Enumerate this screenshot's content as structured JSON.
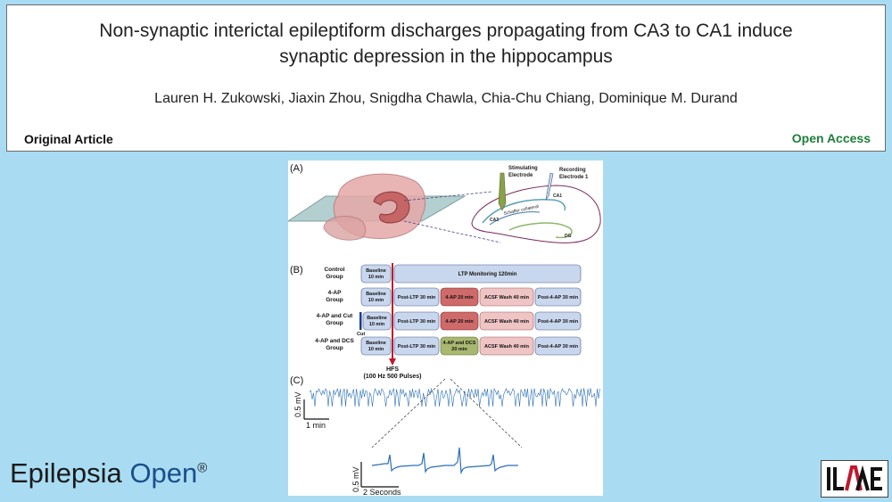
{
  "header": {
    "title_line1": "Non-synaptic interictal epileptiform discharges propagating from CA3 to CA1 induce",
    "title_line2": "synaptic depression in the hippocampus",
    "authors": "Lauren H. Zukowski, Jiaxin Zhou, Snigdha Chawla, Chia-Chu Chiang, Dominique M. Durand",
    "article_type": "Original Article",
    "access": "Open Access"
  },
  "figure": {
    "panel_a": {
      "label": "(A)",
      "stimulating_electrode": [
        "Stimulating",
        "Electrode"
      ],
      "recording_electrode": [
        "Recording",
        "Electrode 1"
      ],
      "ca1": "CA1",
      "ca3": "CA3",
      "schaffer": "Schaffer collateral",
      "dg": "DG"
    },
    "panel_b": {
      "label": "(B)",
      "groups": [
        {
          "name": [
            "Control",
            "Group"
          ],
          "baseline": [
            "Baseline",
            "10 min"
          ],
          "blocks": [
            {
              "label": "LTP Monitoring 120min",
              "kind": "blue"
            }
          ]
        },
        {
          "name": [
            "4-AP",
            "Group"
          ],
          "baseline": [
            "Baseline",
            "10 min"
          ],
          "blocks": [
            {
              "label": "Post-LTP 30 min",
              "kind": "blue"
            },
            {
              "label": "4-AP 20 min",
              "kind": "red"
            },
            {
              "label": "ACSF Wash 40 min",
              "kind": "pink"
            },
            {
              "label": "Post-4-AP 30 min",
              "kind": "blue"
            }
          ]
        },
        {
          "name": [
            "4-AP and Cut",
            "Group"
          ],
          "baseline": [
            "Baseline",
            "10 min"
          ],
          "cut": "Cut",
          "blocks": [
            {
              "label": "Post-LTP 30 min",
              "kind": "blue"
            },
            {
              "label": "4-AP 20 min",
              "kind": "red"
            },
            {
              "label": "ACSF Wash 40 min",
              "kind": "pink"
            },
            {
              "label": "Post-4-AP 30 min",
              "kind": "blue"
            }
          ]
        },
        {
          "name": [
            "4-AP and DCS",
            "Group"
          ],
          "baseline": [
            "Baseline",
            "10 min"
          ],
          "blocks": [
            {
              "label": "Post-LTP 30 min",
              "kind": "blue"
            },
            {
              "label": [
                "4-AP and DCS",
                "20 min"
              ],
              "kind": "green"
            },
            {
              "label": "ACSF Wash 40 min",
              "kind": "pink"
            },
            {
              "label": "Post-4-AP 30 min",
              "kind": "blue"
            }
          ]
        }
      ],
      "hfs": [
        "HFS",
        "(100 Hz 500 Pulses)"
      ]
    },
    "panel_c": {
      "label": "(C)",
      "scale_v_top": "0.5 mV",
      "scale_t_top": "1 min",
      "scale_v_bottom": "0.5 mV",
      "scale_t_bottom": "2 Seconds"
    }
  },
  "footer": {
    "journal_name": "Epilepsia",
    "journal_open": "Open",
    "registered": "®",
    "society_logo": "ILAE"
  },
  "colors": {
    "background": "#a9dcf3",
    "open_access": "#1d7f3a",
    "journal_open": "#1b4e8a",
    "block_blue": "#c9d7ee",
    "block_red": "#cf6a6a",
    "block_pink": "#efc4c4",
    "block_green": "#a9b870",
    "trace": "#2a6fb3",
    "hfs_arrow": "#c0182c"
  }
}
